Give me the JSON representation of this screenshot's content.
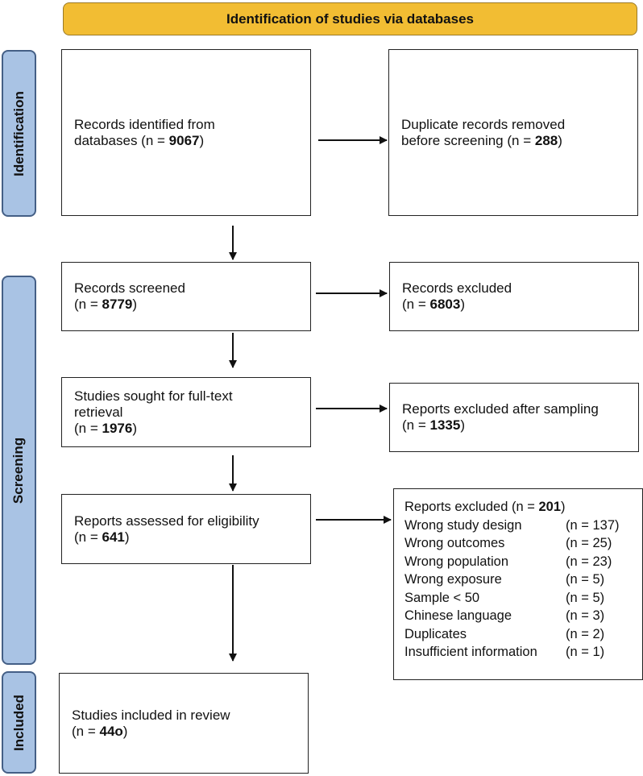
{
  "header": {
    "title": "Identification of studies via databases"
  },
  "phases": {
    "identification": "Identification",
    "screening": "Screening",
    "included": "Included"
  },
  "boxes": {
    "identified": {
      "line1": "Records identified from",
      "line2_prefix": "databases (n = ",
      "value": "9067",
      "suffix": ")"
    },
    "duplicates": {
      "line1": "Duplicate records removed",
      "line2_prefix": "before screening (n = ",
      "value": "288",
      "suffix": ")"
    },
    "screened": {
      "line1": "Records screened",
      "line2_prefix": "(n = ",
      "value": "8779",
      "suffix": ")"
    },
    "excluded": {
      "line1": "Records excluded",
      "line2_prefix": "(n = ",
      "value": "6803",
      "suffix": ")"
    },
    "sought": {
      "line1": "Studies sought for full-text",
      "line2": "retrieval",
      "line3_prefix": "(n = ",
      "value": "1976",
      "suffix": ")"
    },
    "excluded_sampling": {
      "line1": "Reports excluded after sampling",
      "line2_prefix": "(n = ",
      "value": "1335",
      "suffix": ")"
    },
    "assessed": {
      "line1": "Reports assessed for eligibility",
      "line2_prefix": "(n = ",
      "value": "641",
      "suffix": ")"
    },
    "excluded_reports": {
      "header_prefix": "Reports excluded (n = ",
      "value": "201",
      "suffix": ")",
      "reasons": [
        {
          "label": "Wrong study design",
          "count": "(n = 137)"
        },
        {
          "label": "Wrong outcomes",
          "count": "(n = 25)"
        },
        {
          "label": "Wrong population",
          "count": "(n = 23)"
        },
        {
          "label": "Wrong exposure",
          "count": "(n = 5)"
        },
        {
          "label": "Sample < 50",
          "count": "(n = 5)"
        },
        {
          "label": "Chinese language",
          "count": "(n = 3)"
        },
        {
          "label": "Duplicates",
          "count": "(n = 2)"
        },
        {
          "label": "Insufficient information",
          "count": "(n = 1)"
        }
      ]
    },
    "included_studies": {
      "line1": "Studies included in review",
      "line2_prefix": "(n = ",
      "value": "44o",
      "suffix": ")"
    }
  }
}
